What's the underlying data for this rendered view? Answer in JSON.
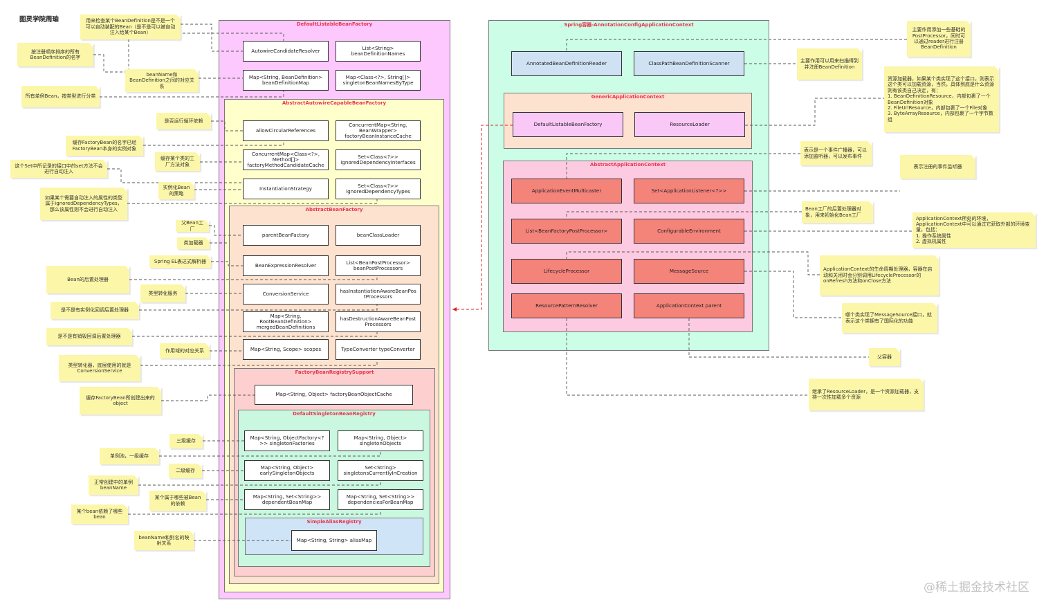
{
  "page_title": "图灵学院周瑜",
  "watermark": "@稀土掘金技术社区",
  "frames": {
    "dlbf": "DefaultListableBeanFactory",
    "aacbf": "AbstractAutowireCapableBeanFactory",
    "abf": "AbstractBeanFactory",
    "fbrs": "FactoryBeanRegistrySupport",
    "dsbr": "DefaultSingletonBeanRegistry",
    "sar": "SimpleAliasRegistry",
    "sc": "Spring容器-AnnotationConfigApplicationContext",
    "gac": "GenericApplicationContext",
    "aac": "AbstractApplicationContext"
  },
  "boxes": {
    "acr": "AutowireCandidateResolver",
    "bdn": "List<String>\nbeanDefinitionNames",
    "bdm": "Map<String, BeanDefinition>\nbeanDefinitionMap",
    "sbnbt": "Map<Class<?>, String[]>\nsingletonBeanNamesByType",
    "acref": "allowCircularReferences",
    "fbic": "ConcurrentMap<String,\nBeanWrapper>\nfactoryBeanInstanceCache",
    "fmcc": "ConcurrentMap<Class<?>,\nMethod[]>\nfactoryMethodCandidateCache",
    "idi": "Set<Class<?>>\nignoredDependencyInterfaces",
    "is": "InstantiationStrategy",
    "idt": "Set<Class<?>>\nignoredDependencyTypes",
    "pbf": "parentBeanFactory",
    "bcl": "beanClassLoader",
    "ber": "BeanExpressionResolver",
    "bpp": "List<BeanPostProcessor>\nbeanPostProcessors",
    "cs": "ConversionService",
    "hiabp": "hasInstantiationAwareBeanPos\ntProcessors",
    "mbd": "Map<String,\nRootBeanDefinition>\nmergedBeanDefinitions",
    "hdabp": "hasDestructionAwareBeanPost\nProcessors",
    "scopes": "Map<String, Scope> scopes",
    "tc": "TypeConverter typeConverter",
    "fboc": "Map<String, Object> factoryBeanObjectCache",
    "sf": "Map<String, ObjectFactory<?\n>> singletonFactories",
    "so": "Map<String, Object>\nsingletonObjects",
    "eso": "Map<String, Object>\nearlySingletonObjects",
    "scic": "Set<String>\nsingletonsCurrentlyInCreation",
    "dbm": "Map<String, Set<String>>\ndependentBeanMap",
    "dfbm": "Map<String, Set<String>>\ndependenciesForBeanMap",
    "am": "Map<String, String> aliasMap",
    "abdr": "AnnotatedBeanDefinitionReader",
    "cpbds": "ClassPathBeanDefinitionScanner",
    "gdlbf": "DefaultListableBeanFactory",
    "rl": "ResourceLoader",
    "aem": "ApplicationEventMulticaster",
    "sal": "Set<ApplicationListener<?>>",
    "lbfpp": "List<BeanFactoryPostProcessor>",
    "ce": "ConfigurableEnvironment",
    "lp": "LifecycleProcessor",
    "ms": "MessageSource",
    "rpr": "ResourcePatternResolver",
    "acp": "ApplicationContext parent"
  },
  "notes": {
    "n1": "用来检查某个BeanDefinition是不是一个可以自动装配的Bean（是不是可以被自动注入给某个Bean）",
    "n2": "按注册顺序排序的所有BeanDefinition的名字",
    "n3": "beanName和BeanDefinition之间的对应关系",
    "n4": "所有单例Bean，按类型进行分类",
    "n5": "是否运行循环依赖",
    "n6": "缓存FactoryBean的名字已经FactoryBean本身的实例对象",
    "n7": "缓存某个类的工厂方法对象",
    "n8": "这个Set中所记录的接口中的set方法不会进行自动注入",
    "n9": "实例化Bean的策略",
    "n10": "如果某个需要自动注入的属性的类型属于ignoredDependencyTypes，那么该属性则不会进行自动注入",
    "n11": "父Bean工厂",
    "n12": "类加载器",
    "n13": "Spring EL表达式解析器",
    "n14": "Bean的后置处理器",
    "n15": "类型转化服务",
    "n16": "是不是有实例化回调后置处理器",
    "n17": "是不是有销毁回调后置处理器",
    "n18": "作用域的对应关系",
    "n19": "类型转化器，底层使用的就是ConversionService",
    "n20": "缓存FactoryBean所创建出来的object",
    "n21": "三级缓存",
    "n22": "单例池，一级缓存",
    "n23": "二级缓存",
    "n24": "正常创建中的单例beanName",
    "n25": "某个属于哪些被Bean的依赖",
    "n26": "某个bean依赖了哪些bean",
    "n27": "beanName和别名的映射关系",
    "r1": "主要作用添加一些基础的PostProcessor，同时可以通过reader进行注册BeanDefinition",
    "r2": "主要作用可以用来扫描得到并注册BeanDefinition",
    "r3": "资源加载器，如果某个类实现了这个接口，则表示这个类可以加载资源，当然，具体到底是什么资源则有该类自己决定，有：\n1. BeanDefinitionResource，内部包裹了一个BeanDefinition对象\n2. FileUrlResource，内部包裹了一个File对象\n3. ByteArrayResource，内部包裹了一个字节数组",
    "r4": "表示是一个事件广播器，可以添加监听器，可以发布事件",
    "r5": "表示注册的事件监听器",
    "r6": "Bean工厂的后置处理器对象，用来初始化Bean工厂",
    "r7": "ApplicationContext所处的环境，ApplicationContext中可以通过它获取外部的环境变量，包括：\n1. 操作系统属性\n2. 虚拟机属性",
    "r8": "ApplicationContext的生命周期处理器，容器在启动和关闭时会分别调用LifecycleProcessor的onRefresh方法和onClose方法",
    "r9": "哪个类实现了MessageSource接口，就表示这个类拥有了国际化的功能",
    "r10": "父容器",
    "r11": "继承了ResourceLoader，是一个资源加载器，支持一次性加载多个资源"
  }
}
